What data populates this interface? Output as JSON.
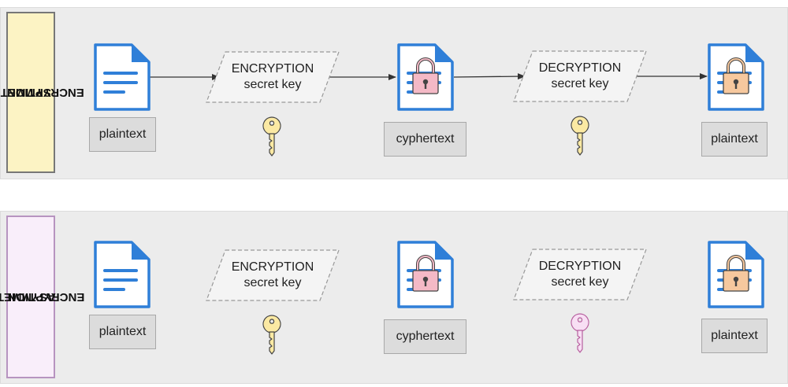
{
  "lanes": [
    {
      "title_line1": "SYMMETRIC",
      "title_line2": "ENCRYPTION",
      "label_fill": "#fcf3c4",
      "start_doc_label": "plaintext",
      "encrypt_step": {
        "line1": "ENCRYPTION",
        "line2": "secret key",
        "key_color": "#fbe9a3"
      },
      "middle_doc_label": "cyphertext",
      "decrypt_step": {
        "line1": "DECRYPTION",
        "line2": "secret key",
        "key_color": "#fbe9a3"
      },
      "end_doc_label": "plaintext"
    },
    {
      "title_line1": "ASYMMETRIC",
      "title_line2": "ENCRYPTION",
      "label_fill": "#f9eefa",
      "start_doc_label": "plaintext",
      "encrypt_step": {
        "line1": "ENCRYPTION",
        "line2": "secret key",
        "key_color": "#fbe9a3"
      },
      "middle_doc_label": "cyphertext",
      "decrypt_step": {
        "line1": "DECRYPTION",
        "line2": "secret key",
        "key_color": "#f8dff4"
      },
      "end_doc_label": "plaintext"
    }
  ]
}
